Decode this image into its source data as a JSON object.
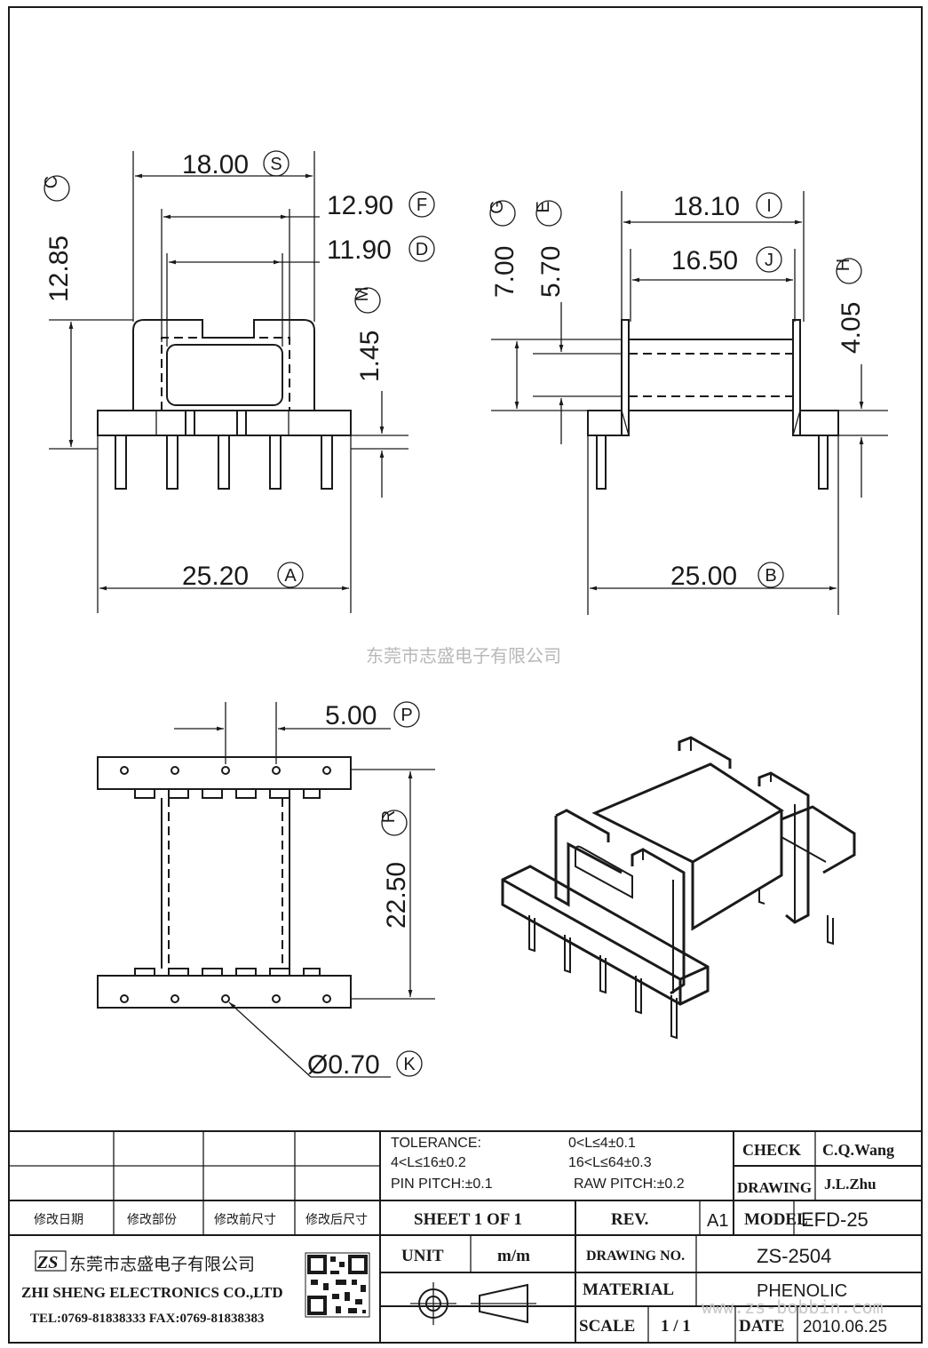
{
  "watermark": "东莞市志盛电子有限公司",
  "dimensions": {
    "S": {
      "value": "18.00",
      "letter": "S"
    },
    "F": {
      "value": "12.90",
      "letter": "F"
    },
    "D": {
      "value": "11.90",
      "letter": "D"
    },
    "C": {
      "value": "12.85",
      "letter": "C"
    },
    "M": {
      "value": "1.45",
      "letter": "M"
    },
    "A": {
      "value": "25.20",
      "letter": "A"
    },
    "G": {
      "value": "7.00",
      "letter": "G"
    },
    "E": {
      "value": "5.70",
      "letter": "E"
    },
    "I": {
      "value": "18.10",
      "letter": "I"
    },
    "J": {
      "value": "16.50",
      "letter": "J"
    },
    "H": {
      "value": "4.05",
      "letter": "H"
    },
    "B": {
      "value": "25.00",
      "letter": "B"
    },
    "P": {
      "value": "5.00",
      "letter": "P"
    },
    "R": {
      "value": "22.50",
      "letter": "R"
    },
    "K": {
      "value": "Ø0.70",
      "letter": "K"
    }
  },
  "title_block": {
    "revision_headers": [
      "修改日期",
      "修改部份",
      "修改前尺寸",
      "修改后尺寸"
    ],
    "tolerance_label": "TOLERANCE:",
    "tol_1": "0<L≤4±0.1",
    "tol_2": "4<L≤16±0.2",
    "tol_3": "16<L≤64±0.3",
    "pin_pitch": "PIN PITCH:±0.1",
    "raw_pitch": "RAW PITCH:±0.2",
    "check_label": "CHECK",
    "check_value": "C.Q.Wang",
    "drawing_label": "DRAWING",
    "drawing_value": "J.L.Zhu",
    "sheet": "SHEET 1 OF 1",
    "rev_label": "REV.",
    "rev_value": "A1",
    "model_label": "MODEL",
    "model_value": "EFD-25",
    "unit_label": "UNIT",
    "unit_value": "m/m",
    "drawing_no_label": "DRAWING NO.",
    "drawing_no_value": "ZS-2504",
    "material_label": "MATERIAL",
    "material_value": "PHENOLIC",
    "scale_label": "SCALE",
    "scale_value": "1 / 1",
    "date_label": "DATE",
    "date_value": "2010.06.25",
    "company_cn": "东莞市志盛电子有限公司",
    "company_en": "ZHI SHENG ELECTRONICS CO.,LTD",
    "contact": "TEL:0769-81838333 FAX:0769-81838383",
    "logo_text": "ZS",
    "website": "www.zs-bobbin.com"
  }
}
